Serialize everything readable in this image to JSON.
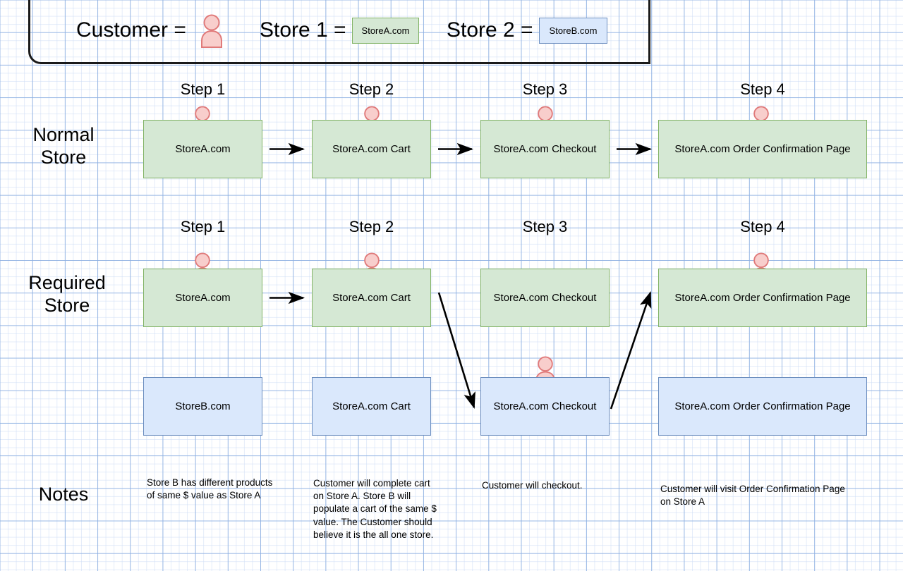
{
  "legend": {
    "customer_label": "Customer =",
    "store1_label": "Store 1 =",
    "store1_chip": "StoreA.com",
    "store2_label": "Store 2 =",
    "store2_chip": "StoreB.com",
    "person_icon": "person-icon"
  },
  "colors": {
    "green_fill": "#d5e8d4",
    "green_stroke": "#82b366",
    "blue_fill": "#dae8fc",
    "blue_stroke": "#6c8ebf",
    "person_fill": "#f8cecc",
    "person_stroke": "#e07a7a",
    "arrow": "#000000",
    "grid_major": "#8cafe1",
    "grid_minor": "#cddcf5"
  },
  "rows": {
    "normal": {
      "label_line1": "Normal",
      "label_line2": "Store",
      "steps": [
        {
          "caption": "Step 1",
          "box": "StoreA.com",
          "has_person": true
        },
        {
          "caption": "Step 2",
          "box": "StoreA.com Cart",
          "has_person": true
        },
        {
          "caption": "Step 3",
          "box": "StoreA.com Checkout",
          "has_person": true
        },
        {
          "caption": "Step 4",
          "box": "StoreA.com Order Confirmation Page",
          "has_person": true
        }
      ]
    },
    "required": {
      "label_line1": "Required",
      "label_line2": "Store",
      "steps": [
        {
          "caption": "Step 1",
          "box": "StoreA.com",
          "has_person": true
        },
        {
          "caption": "Step 2",
          "box": "StoreA.com Cart",
          "has_person": true
        },
        {
          "caption": "Step 3",
          "box": "StoreA.com Checkout",
          "has_person": false
        },
        {
          "caption": "Step 4",
          "box": "StoreA.com Order Confirmation Page",
          "has_person": true
        }
      ],
      "storeb_boxes": [
        {
          "box": "StoreB.com",
          "has_person": false
        },
        {
          "box": "StoreA.com Cart",
          "has_person": false
        },
        {
          "box": "StoreA.com Checkout",
          "has_person": true
        },
        {
          "box": "StoreA.com Order Confirmation Page",
          "has_person": false
        }
      ]
    },
    "notes": {
      "label": "Notes",
      "items": [
        "Store B has different products of same $ value as Store A",
        "Customer will complete cart on Store A. Store B will populate a cart of the same $ value. The Customer should believe it is the all one store.",
        "Customer will checkout.",
        "Customer will visit Order Confirmation Page on Store A"
      ]
    }
  }
}
